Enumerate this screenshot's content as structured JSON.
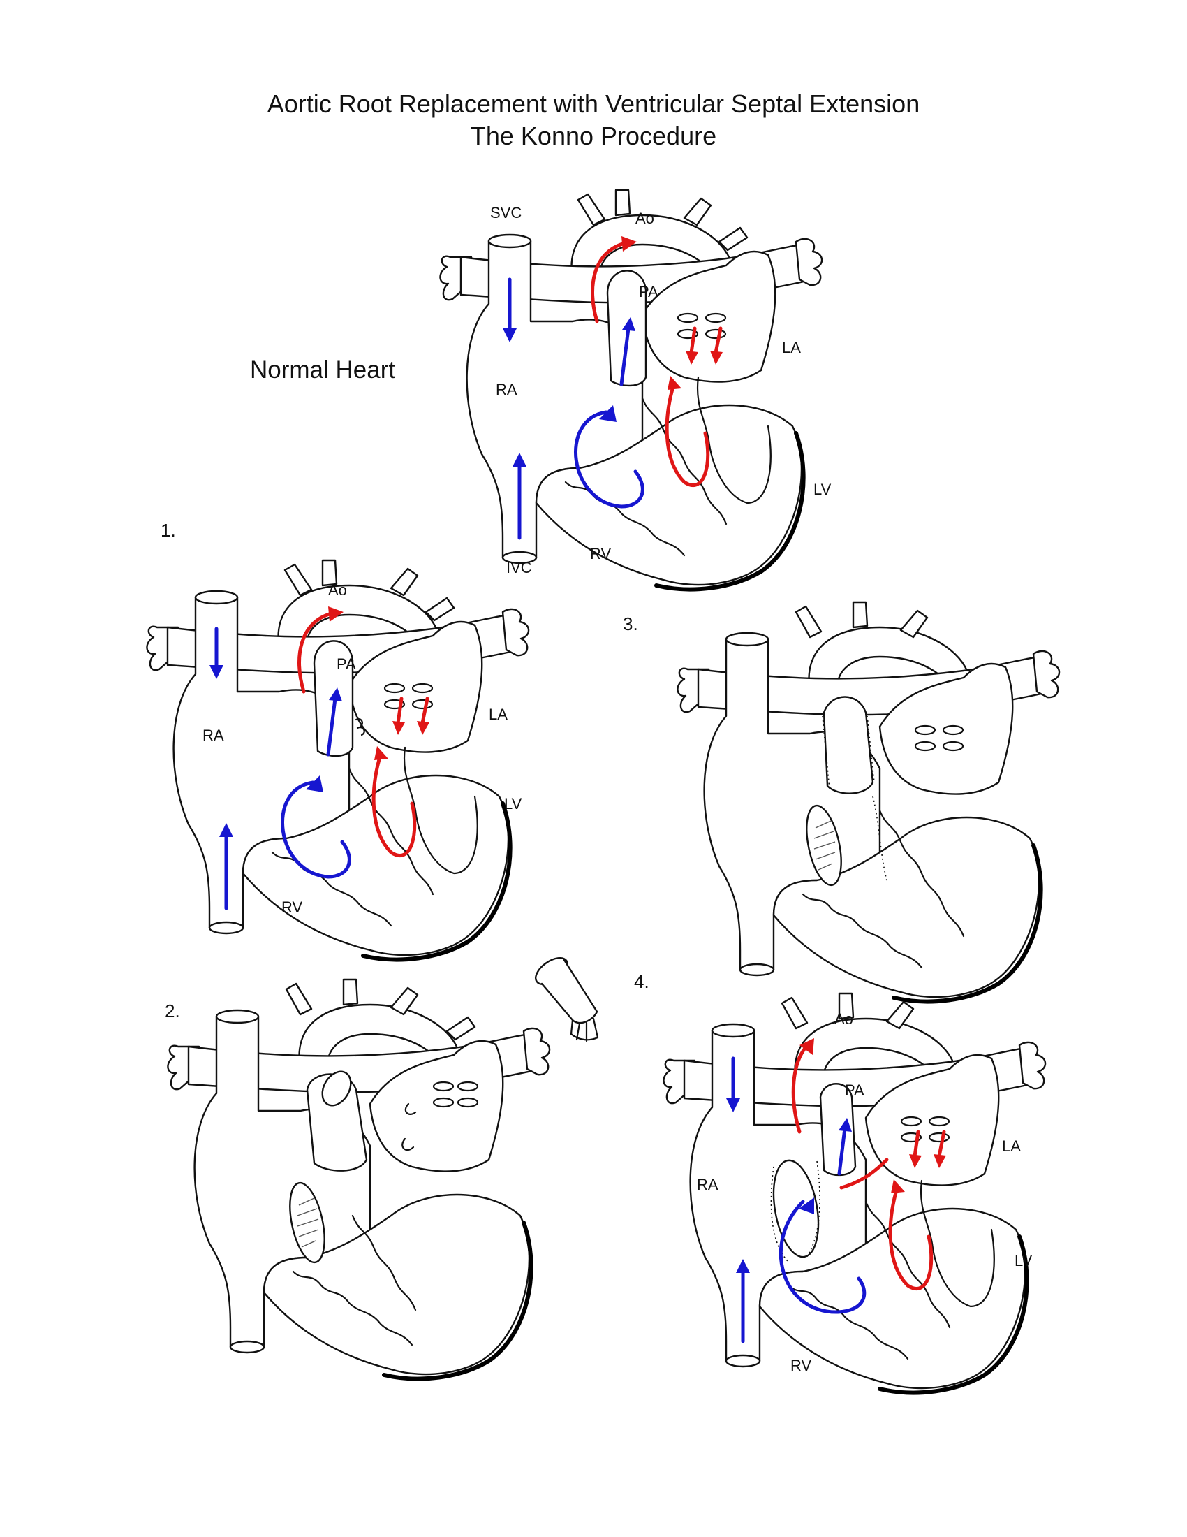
{
  "title": {
    "line1": "Aortic Root Replacement with Ventricular Septal Extension",
    "line2": "The Konno Procedure"
  },
  "normal_caption": "Normal Heart",
  "steps": [
    "1.",
    "2.",
    "3.",
    "4."
  ],
  "labels": {
    "svc": "SVC",
    "ivc": "IVC",
    "ao": "Ao",
    "pa": "PA",
    "ra": "RA",
    "rv": "RV",
    "la": "LA",
    "lv": "LV"
  },
  "colors": {
    "deoxygenated_arrow": "#1616d0",
    "oxygenated_arrow": "#e01616"
  }
}
